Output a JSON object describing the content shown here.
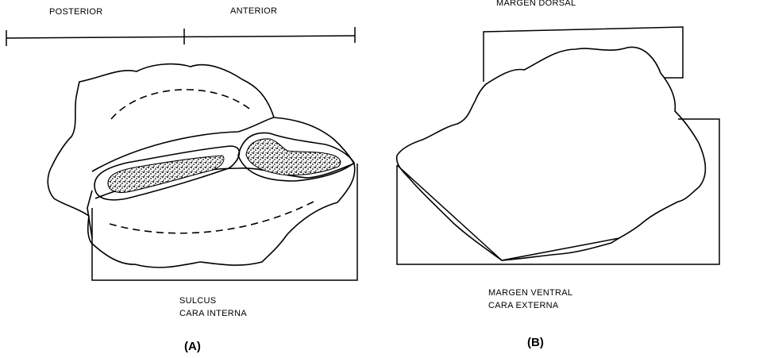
{
  "panel_a": {
    "label_posterior": "POSTERIOR",
    "label_anterior": "ANTERIOR",
    "label_sulcus": "SULCUS",
    "label_face": "CARA INTERNA",
    "panel_label": "(A)"
  },
  "panel_b": {
    "label_dorsal": "MARGEN DORSAL",
    "label_ventral": "MARGEN VENTRAL",
    "label_face": "CARA EXTERNA",
    "panel_label": "(B)"
  }
}
